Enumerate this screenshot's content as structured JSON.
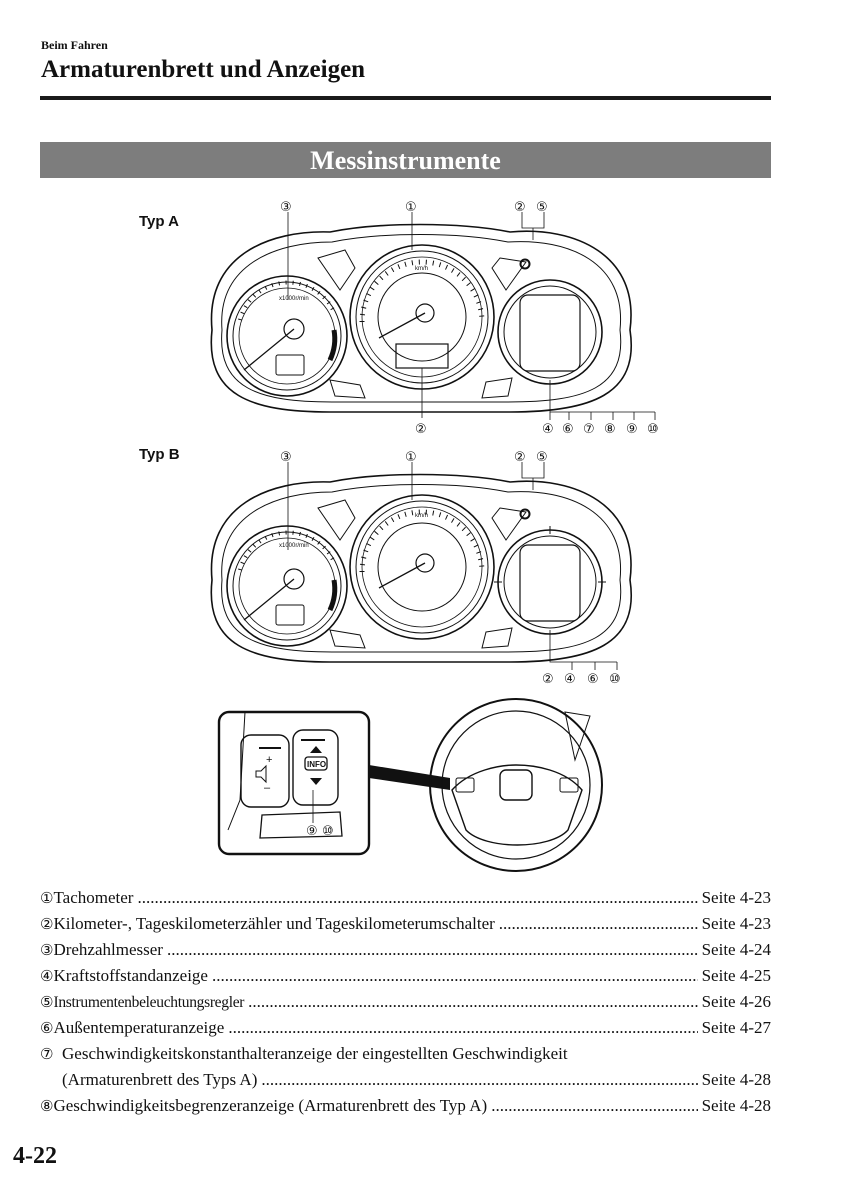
{
  "header": {
    "breadcrumb": "Beim Fahren",
    "title": "Armaturenbrett und Anzeigen"
  },
  "section": {
    "title": "Messinstrumente"
  },
  "figure": {
    "typ_a_label": "Typ A",
    "typ_b_label": "Typ B",
    "gauge_units": {
      "speed": "km/h",
      "rpm": "x1000r/min"
    },
    "callouts": [
      "①",
      "②",
      "③",
      "④",
      "⑤",
      "⑥",
      "⑦",
      "⑧",
      "⑨",
      "⑩"
    ],
    "switch_labels": {
      "plus": "+",
      "minus": "–",
      "info": "INFO"
    }
  },
  "legend": [
    {
      "num": "①",
      "text": "Tachometer",
      "page": "Seite 4-23"
    },
    {
      "num": "②",
      "text": "Kilometer-, Tageskilometerzähler und Tageskilometerumschalter",
      "page": "Seite 4-23"
    },
    {
      "num": "③",
      "text": "Drehzahlmesser",
      "page": "Seite 4-24"
    },
    {
      "num": "④",
      "text": "Kraftstoffstandanzeige",
      "page": "Seite 4-25"
    },
    {
      "num": "⑤",
      "text": "Instrumentenbeleuchtungsregler",
      "page": "Seite 4-26"
    },
    {
      "num": "⑥",
      "text": "Außentemperaturanzeige",
      "page": "Seite 4-27"
    },
    {
      "num": "⑦",
      "text": "Geschwindigkeitskonstanthalteranzeige der eingestellten Geschwindigkeit",
      "text_cont": "(Armaturenbrett des Typs A)",
      "page": "Seite 4-28"
    },
    {
      "num": "⑧",
      "text": "Geschwindigkeitsbegrenzeranzeige (Armaturenbrett des Typ A)",
      "page": "Seite 4-28"
    }
  ],
  "footer": {
    "page_number": "4-22"
  }
}
